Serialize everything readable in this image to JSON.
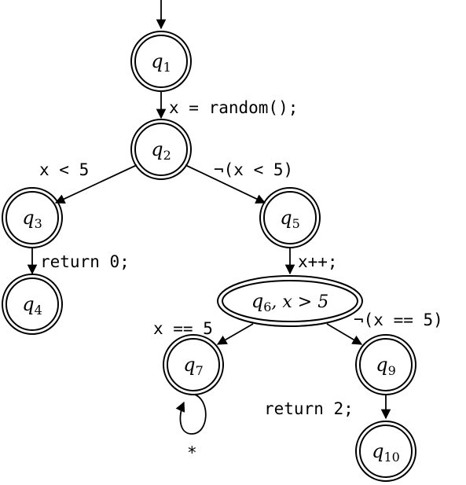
{
  "diagram": {
    "states": {
      "q1": {
        "name": "q",
        "sub": "1"
      },
      "q2": {
        "name": "q",
        "sub": "2"
      },
      "q3": {
        "name": "q",
        "sub": "3"
      },
      "q4": {
        "name": "q",
        "sub": "4"
      },
      "q5": {
        "name": "q",
        "sub": "5"
      },
      "q6": {
        "name": "q",
        "sub": "6",
        "guard": ", x > 5"
      },
      "q7": {
        "name": "q",
        "sub": "7"
      },
      "q9": {
        "name": "q",
        "sub": "9"
      },
      "q10": {
        "name": "q",
        "sub": "10"
      }
    },
    "edges": {
      "q1_q2": "x = random();",
      "q2_q3": "x < 5",
      "q2_q5": "¬(x < 5)",
      "q3_q4": "return 0;",
      "q5_q6": "x++;",
      "q6_q7": "x == 5",
      "q6_q9": "¬(x == 5)",
      "q7_loop": "*",
      "q9_q10": "return 2;"
    }
  }
}
